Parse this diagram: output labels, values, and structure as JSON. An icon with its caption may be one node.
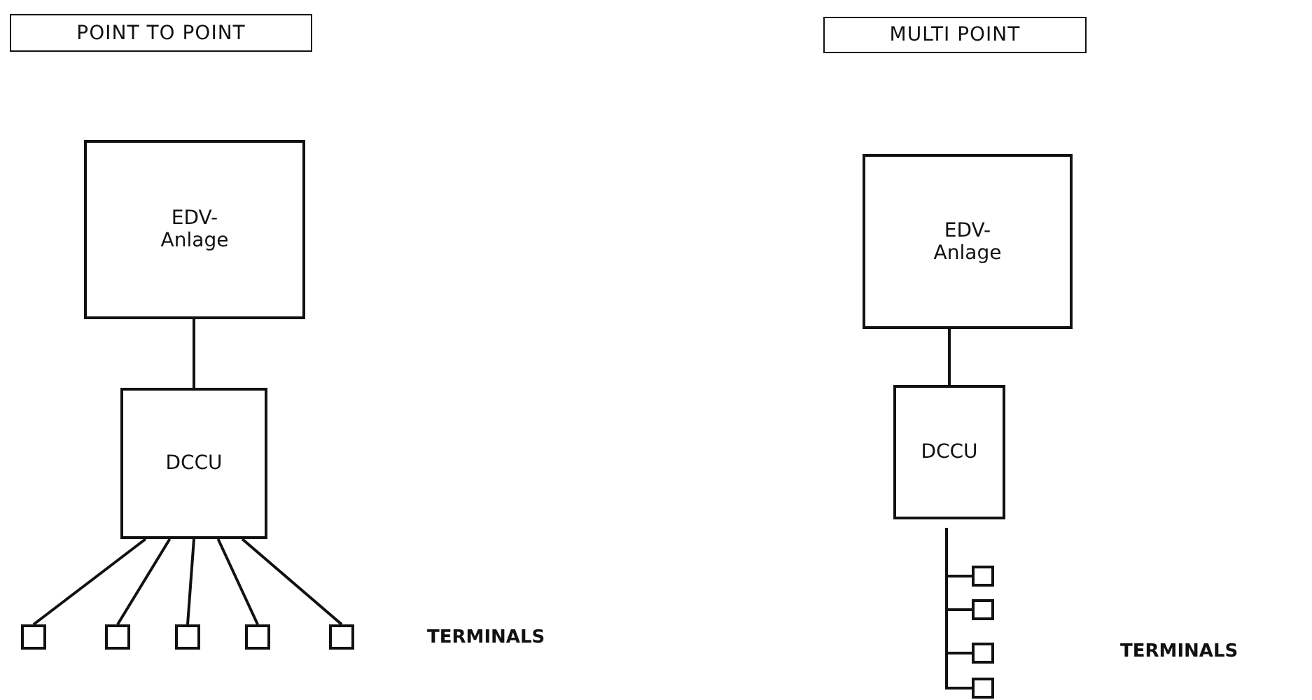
{
  "diagram": {
    "nodes": [
      {
        "text": [
          "POINT TO POINT"
        ]
      },
      {
        "text": [
          "EDV- Anlage"
        ]
      },
      {
        "text": [
          "DCCU"
        ]
      },
      {
        "text": [],
        "shape": "box"
      },
      {
        "text": [],
        "shape": "box"
      },
      {
        "text": [],
        "shape": "box"
      },
      {
        "text": [],
        "shape": "box"
      },
      {
        "text": [],
        "shape": "box"
      },
      {
        "text": [
          "MULTI POINT"
        ]
      },
      {
        "text": [
          "EDV- Anlage"
        ]
      },
      {
        "text": [
          "DCCU"
        ]
      },
      {
        "text": [],
        "shape": "box"
      },
      {
        "text": [],
        "shape": "box"
      },
      {
        "text": [],
        "shape": "box"
      },
      {
        "text": [],
        "shape": "box"
      }
    ],
    "edges": [
      {
        "from": 1,
        "to": 2,
        "arrow": "none"
      },
      {
        "from": 2,
        "to": 3,
        "arrow": "none"
      },
      {
        "from": 2,
        "to": 4,
        "arrow": "none"
      },
      {
        "from": 2,
        "to": 5,
        "arrow": "none"
      },
      {
        "from": 2,
        "to": 6,
        "arrow": "none"
      },
      {
        "from": 2,
        "to": 7,
        "arrow": "none"
      },
      {
        "from": 9,
        "to": 10,
        "arrow": "none"
      },
      {
        "from": 10,
        "to": 11,
        "arrow": "none"
      },
      {
        "from": 10,
        "to": 12,
        "arrow": "none"
      },
      {
        "from": 10,
        "to": 13,
        "arrow": "none"
      },
      {
        "from": 10,
        "to": 14,
        "arrow": "none"
      }
    ],
    "labels": [
      "TERMINALS",
      "TERMINALS"
    ]
  }
}
